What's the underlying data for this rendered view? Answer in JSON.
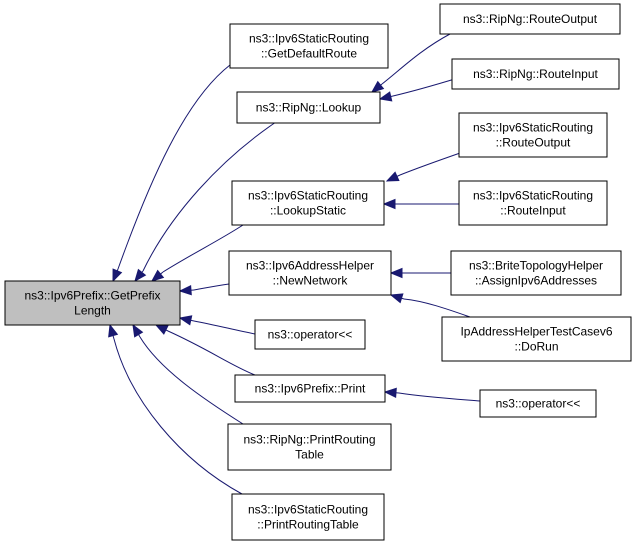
{
  "diagram": {
    "nodes": [
      {
        "id": "root",
        "lines": [
          "ns3::Ipv6Prefix::GetPrefix",
          "Length"
        ],
        "highlighted": true
      },
      {
        "id": "getDefaultRoute",
        "lines": [
          "ns3::Ipv6StaticRouting",
          "::GetDefaultRoute"
        ]
      },
      {
        "id": "ripLookup",
        "lines": [
          "ns3::RipNg::Lookup"
        ]
      },
      {
        "id": "ripRouteOutput",
        "lines": [
          "ns3::RipNg::RouteOutput"
        ]
      },
      {
        "id": "ripRouteInput",
        "lines": [
          "ns3::RipNg::RouteInput"
        ]
      },
      {
        "id": "lookupStatic",
        "lines": [
          "ns3::Ipv6StaticRouting",
          "::LookupStatic"
        ]
      },
      {
        "id": "staticRouteOutput",
        "lines": [
          "ns3::Ipv6StaticRouting",
          "::RouteOutput"
        ]
      },
      {
        "id": "staticRouteInput",
        "lines": [
          "ns3::Ipv6StaticRouting",
          "::RouteInput"
        ]
      },
      {
        "id": "newNetwork",
        "lines": [
          "ns3::Ipv6AddressHelper",
          "::NewNetwork"
        ]
      },
      {
        "id": "brite",
        "lines": [
          "ns3::BriteTopologyHelper",
          "::AssignIpv6Addresses"
        ]
      },
      {
        "id": "ipTest",
        "lines": [
          "IpAddressHelperTestCasev6",
          "::DoRun"
        ]
      },
      {
        "id": "operatorA",
        "lines": [
          "ns3::operator<<"
        ]
      },
      {
        "id": "prefixPrint",
        "lines": [
          "ns3::Ipv6Prefix::Print"
        ]
      },
      {
        "id": "operatorB",
        "lines": [
          "ns3::operator<<"
        ]
      },
      {
        "id": "ripPrintTable",
        "lines": [
          "ns3::RipNg::PrintRouting",
          "Table"
        ]
      },
      {
        "id": "staticPrintTable",
        "lines": [
          "ns3::Ipv6StaticRouting",
          "::PrintRoutingTable"
        ]
      }
    ],
    "edges": [
      {
        "from": "getDefaultRoute",
        "to": "root"
      },
      {
        "from": "ripLookup",
        "to": "root"
      },
      {
        "from": "ripRouteOutput",
        "to": "ripLookup"
      },
      {
        "from": "ripRouteInput",
        "to": "ripLookup"
      },
      {
        "from": "lookupStatic",
        "to": "root"
      },
      {
        "from": "staticRouteOutput",
        "to": "lookupStatic"
      },
      {
        "from": "staticRouteInput",
        "to": "lookupStatic"
      },
      {
        "from": "newNetwork",
        "to": "root"
      },
      {
        "from": "brite",
        "to": "newNetwork"
      },
      {
        "from": "ipTest",
        "to": "newNetwork"
      },
      {
        "from": "operatorA",
        "to": "root"
      },
      {
        "from": "prefixPrint",
        "to": "root"
      },
      {
        "from": "operatorB",
        "to": "prefixPrint"
      },
      {
        "from": "ripPrintTable",
        "to": "root"
      },
      {
        "from": "staticPrintTable",
        "to": "root"
      }
    ],
    "colors": {
      "edge": "#191970",
      "root_fill": "#bfbfbf",
      "node_fill": "#ffffff",
      "border": "#000000"
    }
  }
}
